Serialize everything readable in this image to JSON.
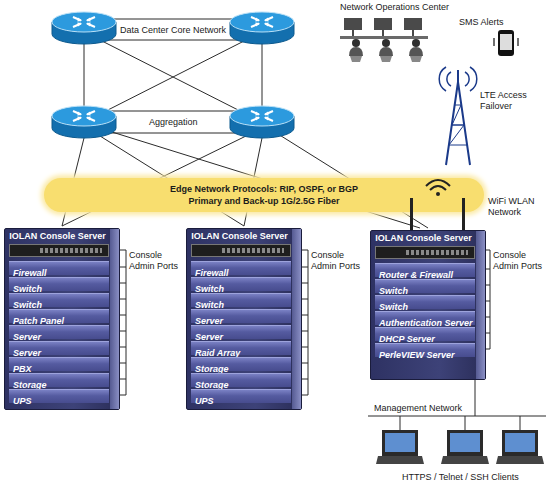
{
  "diagram": {
    "nodes": [
      {
        "text": [
          "Edge Network Protocols: RIP, OSPF, or BGP",
          "Primary and Back-up 1G/2.5G Fiber"
        ]
      },
      {
        "text": [
          "IOLAN Console Server"
        ]
      },
      {
        "text": [
          "Firewall"
        ],
        "in": 1
      },
      {
        "text": [
          "Switch"
        ],
        "in": 1
      },
      {
        "text": [
          "Switch"
        ],
        "in": 1
      },
      {
        "text": [
          "Patch Panel"
        ],
        "in": 1
      },
      {
        "text": [
          "Server"
        ],
        "in": 1
      },
      {
        "text": [
          "Server"
        ],
        "in": 1
      },
      {
        "text": [
          "PBX"
        ],
        "in": 1
      },
      {
        "text": [
          "Storage"
        ],
        "in": 1
      },
      {
        "text": [
          "UPS"
        ],
        "in": 1
      },
      {
        "text": [
          "IOLAN Console Server"
        ]
      },
      {
        "text": [
          "Firewall"
        ],
        "in": 11
      },
      {
        "text": [
          "Switch"
        ],
        "in": 11
      },
      {
        "text": [
          "Switch"
        ],
        "in": 11
      },
      {
        "text": [
          "Server"
        ],
        "in": 11
      },
      {
        "text": [
          "Server"
        ],
        "in": 11
      },
      {
        "text": [
          "Raid Array"
        ],
        "in": 11
      },
      {
        "text": [
          "Storage"
        ],
        "in": 11
      },
      {
        "text": [
          "Storage"
        ],
        "in": 11
      },
      {
        "text": [
          "UPS"
        ],
        "in": 11
      },
      {
        "text": [
          "IOLAN Console Server"
        ]
      },
      {
        "text": [
          "Router & Firewall"
        ],
        "in": 21
      },
      {
        "text": [
          "Switch"
        ],
        "in": 21
      },
      {
        "text": [
          "Switch"
        ],
        "in": 21
      },
      {
        "text": [
          "Authentication Server"
        ],
        "in": 21
      },
      {
        "text": [
          "DHCP Server"
        ],
        "in": 21
      },
      {
        "text": [
          "PerleVIEW Server"
        ],
        "in": 21
      }
    ],
    "labels": [
      "Network Operations Center",
      "SMS Alerts",
      "Data Center Core Network",
      "LTE Access Failover",
      "Aggregation",
      "WiFi WLAN Network",
      "Console Admin Ports",
      "Console Admin Ports",
      "Console Admin Ports",
      "Management Network",
      "HTTPS / Telnet / SSH Clients"
    ]
  }
}
